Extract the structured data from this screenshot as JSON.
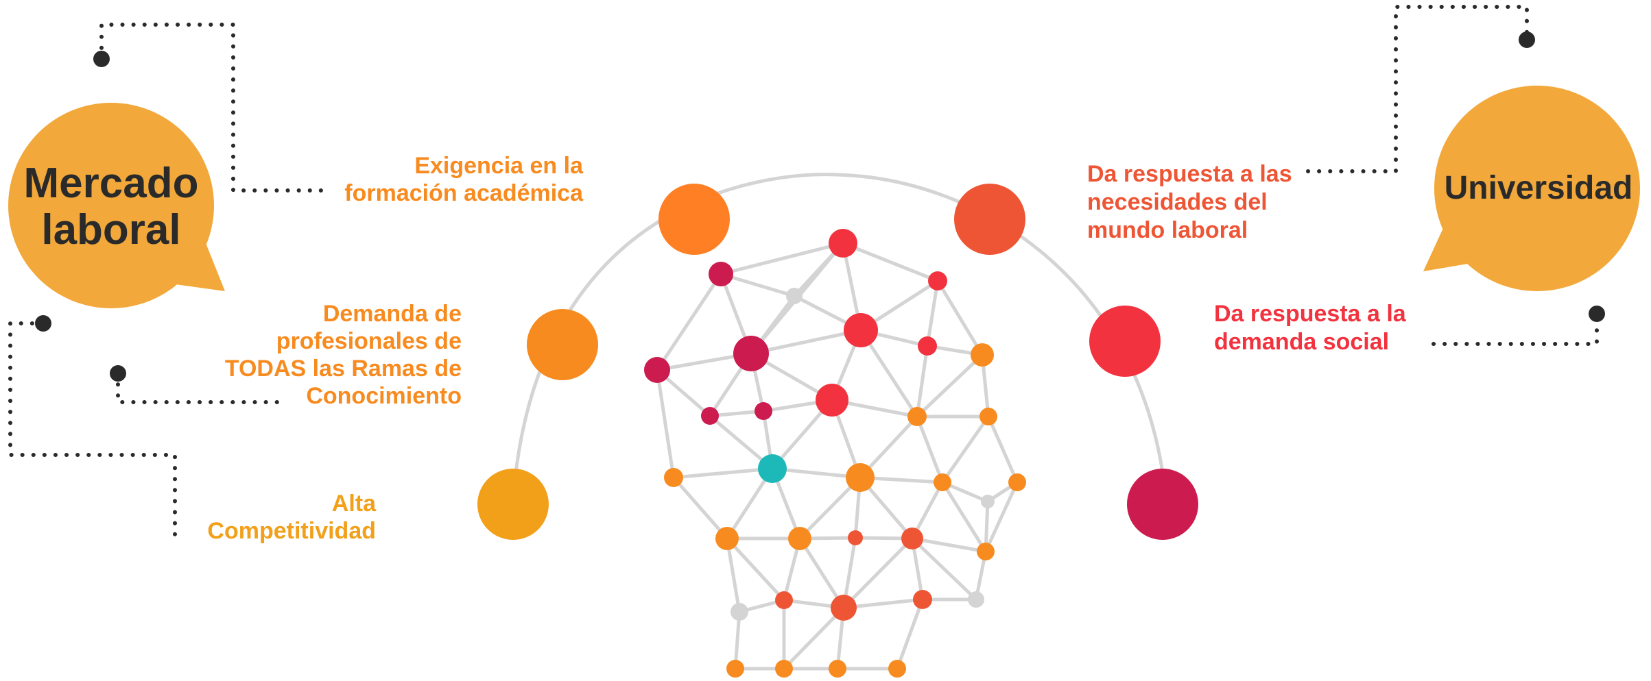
{
  "colors": {
    "bubble": "#F2A83A",
    "bubble_text": "#2a2a2a",
    "orange": "#F78B1F",
    "dark_orange": "#FF7F24",
    "red_orange": "#EE5535",
    "red": "#F2333F",
    "crimson": "#CC1B4E",
    "amber": "#F2A01A",
    "teal": "#1DB8B8",
    "grey": "#D4D4D4",
    "dots": "#2a2a2a"
  },
  "left_bubble": {
    "line1": "Mercado",
    "line2": "laboral"
  },
  "right_bubble": {
    "line1": "Universidad"
  },
  "left_labels": {
    "exigencia": [
      "Exigencia en la",
      "formación académica"
    ],
    "demanda": [
      "Demanda de",
      "profesionales de",
      "TODAS las Ramas de",
      "Conocimiento"
    ],
    "alta": [
      "Alta",
      "Competitividad"
    ]
  },
  "right_labels": {
    "respuesta_laboral": [
      "Da respuesta a las",
      "necesidades del",
      "mundo laboral"
    ],
    "respuesta_social": [
      "Da respuesta a la",
      "demanda social"
    ]
  }
}
